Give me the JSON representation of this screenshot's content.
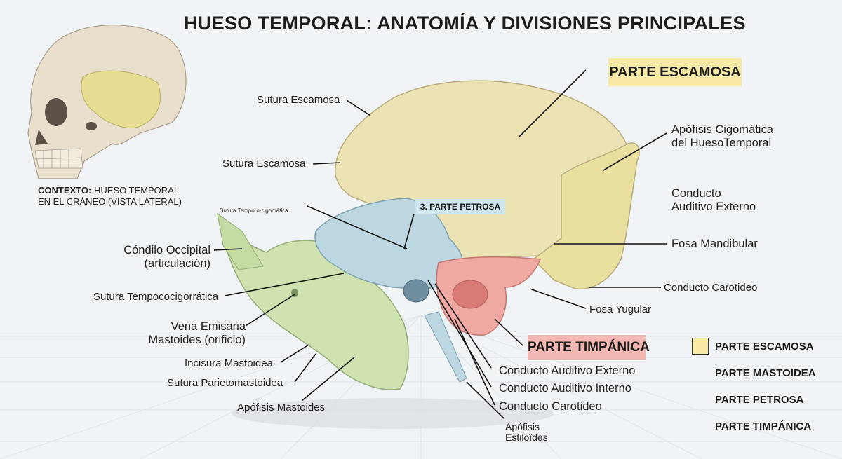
{
  "title": "HUESO TEMPORAL: ANATOMÍA Y DIVISIONES PRINCIPALES",
  "context": {
    "bold": "CONTEXTO:",
    "text": "HUESO TEMPORAL",
    "line2": "EN EL CRÁNEO (VISTA LATERAL)"
  },
  "tags": {
    "escamosa": "PARTE ESCAMOSA",
    "petrosa": "3. PARTE PETROSA",
    "timpanica": "PARTE TIMPÁNICA"
  },
  "labels": {
    "sutura_escamosa_1": "Sutura Escamosa",
    "sutura_escamosa_2": "Sutura Escamosa",
    "sutura_temporo_cigomatica": "Sutura Temporo-cigomática",
    "condilo_occipital_1": "Cóndilo Occipital",
    "condilo_occipital_2": "(articulación)",
    "sutura_tempococigorratica": "Sutura Tempococigorrática",
    "vena_emisaria_1": "Vena Emisaria",
    "vena_emisaria_2": "Mastoides (orificio)",
    "incisura_mastoidea": "Incisura Mastoidea",
    "sutura_parietomastoidea": "Sutura Parietomastoidea",
    "apofisis_mastoides": "Apófisis Mastoides",
    "apofisis_cigomatica_1": "Apófisis Cigomática",
    "apofisis_cigomatica_2": "del HuesoTemporal",
    "conducto_auditivo_ext_r1": "Conducto",
    "conducto_auditivo_ext_r2": "Auditivo Externo",
    "fosa_mandibular": "Fosa Mandibular",
    "conducto_carotideo_r": "Conducto Carotideo",
    "fosa_yugular": "Fosa Yugular",
    "conducto_auditivo_externo": "Conducto Auditivo Externo",
    "conducto_auditivo_interno": "Conducto Auditivo Interno",
    "conducto_carotideo": "Conducto Carotideo",
    "apofisis_estiloides_1": "Apófisis",
    "apofisis_estiloides_2": "Estiloïdes"
  },
  "legend": [
    {
      "label": "PARTE ESCAMOSA",
      "swatch": true
    },
    {
      "label": "PARTE MASTOIDEA",
      "swatch": false
    },
    {
      "label": "PARTE PETROSA",
      "swatch": false
    },
    {
      "label": "PARTE TIMPÁNICA",
      "swatch": false
    }
  ],
  "colors": {
    "escamosa": "#ece3b4",
    "mastoidea": "#cfe2b0",
    "petrosa": "#bcd7e2",
    "timpanica": "#f0a8a2",
    "background": "#f1f4f7"
  }
}
